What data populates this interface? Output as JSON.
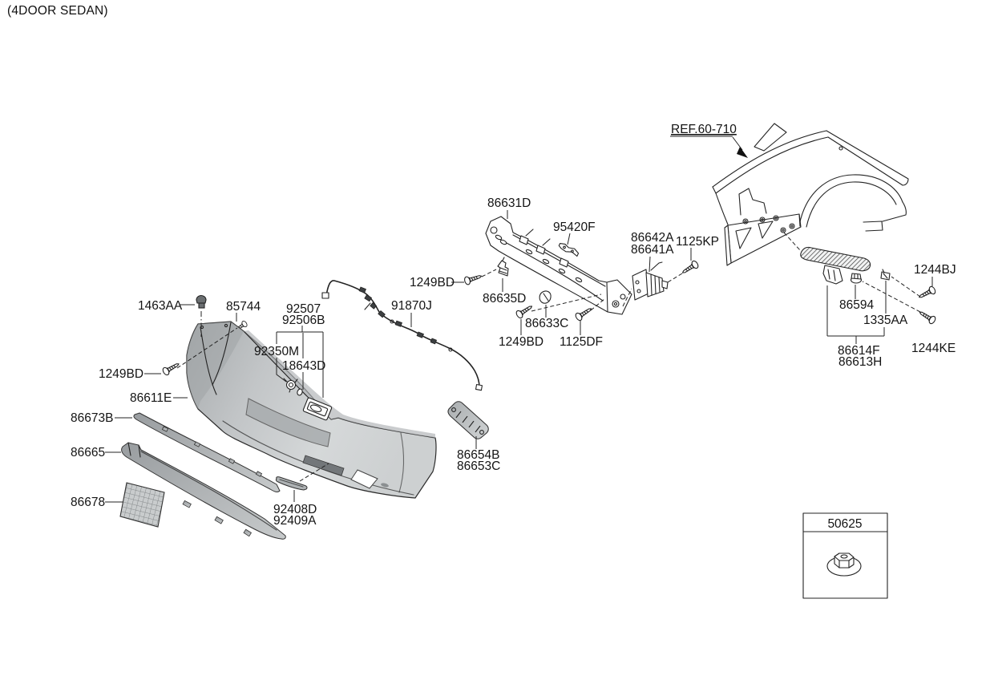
{
  "page": {
    "title": "(4DOOR SEDAN)"
  },
  "diagram": {
    "reference_callout": "REF.60-710",
    "inset": {
      "part_number": "50625"
    },
    "callouts": {
      "c86631D": "86631D",
      "c95420F": "95420F",
      "c86642A": "86642A",
      "c86641A": "86641A",
      "c1125KP": "1125KP",
      "c1249BD_a": "1249BD",
      "c86635D": "86635D",
      "c86633C": "86633C",
      "c1249BD_b": "1249BD",
      "c1125DF": "1125DF",
      "c1463AA": "1463AA",
      "c85744": "85744",
      "c92507": "92507",
      "c92506B": "92506B",
      "c91870J": "91870J",
      "c92350M": "92350M",
      "c18643D": "18643D",
      "c1249BD_c": "1249BD",
      "c86611E": "86611E",
      "c86673B": "86673B",
      "c86665": "86665",
      "c86678": "86678",
      "c92408D": "92408D",
      "c92409A": "92409A",
      "c86654B": "86654B",
      "c86653C": "86653C",
      "c1244BJ": "1244BJ",
      "c86594": "86594",
      "c1335AA": "1335AA",
      "c1244KE": "1244KE",
      "c86614F": "86614F",
      "c86613H": "86613H"
    }
  }
}
